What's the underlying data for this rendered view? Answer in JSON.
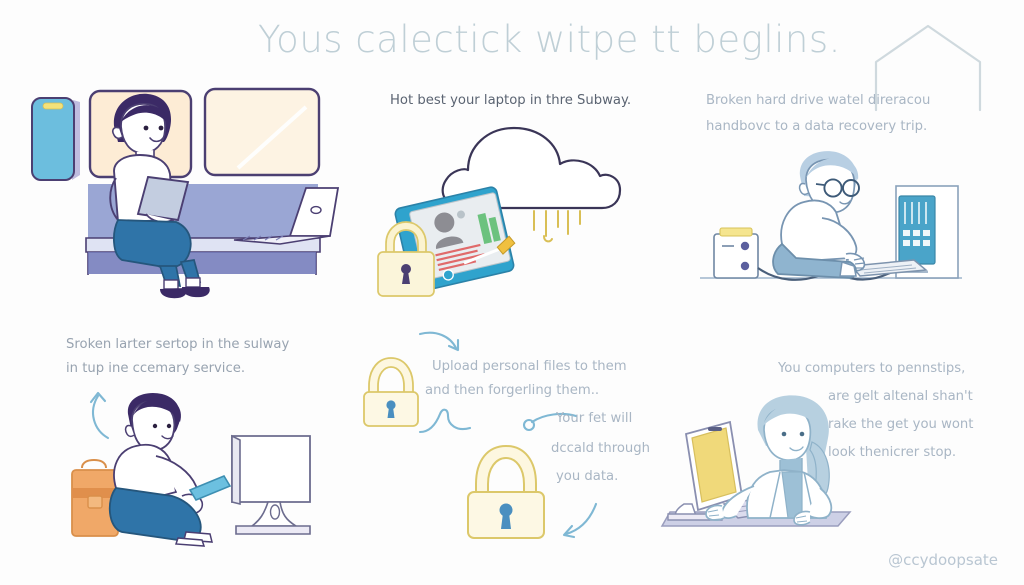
{
  "page": {
    "background_color": "#fdfdfd",
    "title": "Yous calectick witpe tt beglins.",
    "handle": "@ccydoopsate"
  },
  "palette": {
    "title_color": "#bfcfd6",
    "caption_dark": "#5b6472",
    "caption_pale": "#a9b6c4",
    "caption_gray": "#98a3b0",
    "purple_outline": "#4b3f72",
    "blue_jeans": "#2f74a8",
    "sky_blue": "#6cc0e0",
    "lock_fill": "#fbf3d0",
    "lock_stroke": "#dcc86a",
    "keyhole_blue": "#4a8fc0",
    "arrow_blue": "#7fb8d4",
    "cream_window": "#fdecd5",
    "bench_blue": "#9aa6d4",
    "orange_case": "#f0a868",
    "teal_person": "#9dbed6",
    "screen_yellow": "#f0d97a",
    "house_outline": "#cfd9de"
  },
  "panels": [
    {
      "id": "subway-laptop",
      "caption_lines": [],
      "illustration": "man-sitting-subway-bench-with-laptop-and-phone"
    },
    {
      "id": "cloud-upload",
      "caption_lines": [
        "Hot best your laptop in thre Subway."
      ],
      "illustration": "cloud-with-rain-padlock-and-id-card"
    },
    {
      "id": "data-recovery",
      "caption_lines": [
        "Broken hard drive watel direracou",
        "handbovc to a data recovery trip."
      ],
      "illustration": "person-with-glasses-at-desktop-with-external-drive"
    },
    {
      "id": "subway-phone",
      "caption_lines": [
        "Sroken larter sertop in the sulway",
        "in tup ine ccemary service."
      ],
      "illustration": "person-sitting-with-phone-briefcase-and-monitor"
    },
    {
      "id": "upload-files",
      "caption_lines": [
        "Upload personal files to them",
        "and then forgerling them.."
      ],
      "illustration": "padlock-large"
    },
    {
      "id": "leak-data",
      "caption_lines": [
        "Your fet will",
        "dccald through",
        "you data."
      ],
      "illustration": "padlock-large-second"
    },
    {
      "id": "technician",
      "caption_lines": [
        "You computers to pennstips,",
        "are gelt altenal shan't",
        "rake the get you wont",
        "look thenicrer stop."
      ],
      "illustration": "woman-typing-at-monitor"
    }
  ],
  "decor": {
    "house_outline": "house-outline-top-right",
    "arrows": [
      "arrow-curve-down-right",
      "arrow-squiggle",
      "arrow-curl-left",
      "arrow-up-left"
    ]
  }
}
